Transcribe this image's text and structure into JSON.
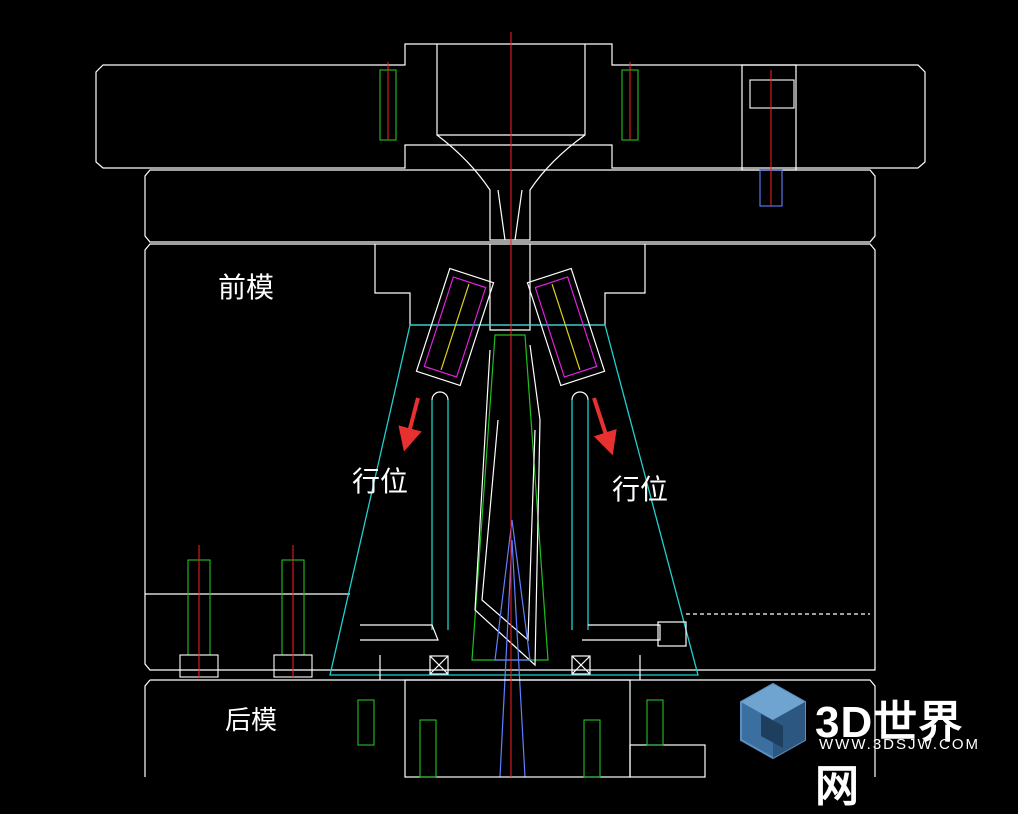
{
  "labels": {
    "front_mold": "前模",
    "rear_mold": "后模",
    "slider_left": "行位",
    "slider_right": "行位"
  },
  "watermark": {
    "brand": "3D世界网",
    "url": "WWW.3DSJW.COM"
  },
  "colors": {
    "background": "#000000",
    "outline": "#ffffff",
    "centerline": "#ff2020",
    "slider_outline": "#20d0d0",
    "part_outline": "#20c020",
    "screw_text": "#e020e0",
    "arrow": "#e83030",
    "watermark_accent": "#3a6fa0"
  }
}
